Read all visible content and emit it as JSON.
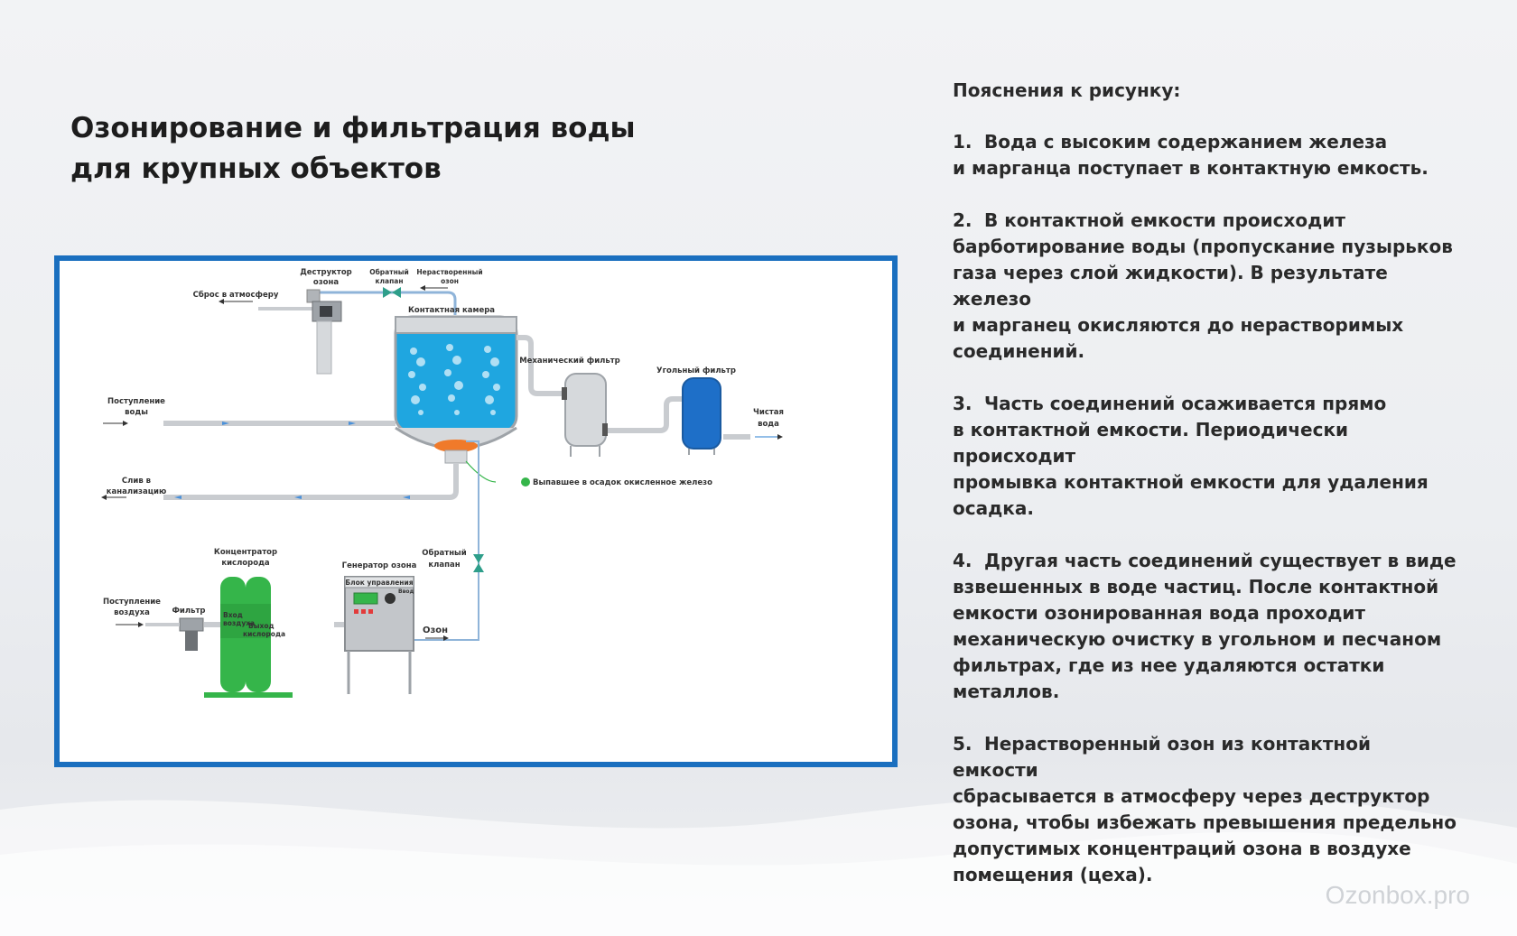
{
  "title": {
    "line1": "Озонирование и фильтрация воды",
    "line2": "для крупных объектов"
  },
  "diagram": {
    "labels": {
      "ozone_destructor_1": "Деструктор",
      "ozone_destructor_2": "озона",
      "check_valve_top_1": "Обратный",
      "check_valve_top_2": "клапан",
      "undissolved_ozone_1": "Нерастворенный",
      "undissolved_ozone_2": "озон",
      "vent_to_atmosphere": "Сброс в атмосферу",
      "contact_chamber": "Контактная камера",
      "mechanical_filter": "Механический фильтр",
      "carbon_filter": "Угольный фильтр",
      "water_inlet_1": "Поступление",
      "water_inlet_2": "воды",
      "clean_water_1": "Чистая",
      "clean_water_2": "вода",
      "drain_1": "Слив в",
      "drain_2": "канализацию",
      "sediment": "Выпавшее в осадок окисленное железо",
      "oxygen_concentrator_1": "Концентратор",
      "oxygen_concentrator_2": "кислорода",
      "ozone_generator": "Генератор озона",
      "check_valve_bottom_1": "Обратный",
      "check_valve_bottom_2": "клапан",
      "control_unit": "Блок управления",
      "power": "Ввод",
      "air_inlet_1": "Поступление",
      "air_inlet_2": "воздуха",
      "filter": "Фильтр",
      "air_input_1": "Вход",
      "air_input_2": "воздуха",
      "oxygen_output_1": "Выход",
      "oxygen_output_2": "кислорода",
      "ozone": "Озон"
    },
    "colors": {
      "frame": "#1a6fbf",
      "water": "#1fa6e0",
      "filter_blue": "#1e6fc8",
      "green": "#35b54a",
      "pipe": "#c9ccd0",
      "sediment": "#f07a2a",
      "ozone_line": "#8fb4d9"
    }
  },
  "notes": {
    "heading": "Пояснения к рисунку:",
    "items": [
      {
        "num": "1.",
        "text": "Вода с высоким содержанием железа\nи марганца поступает в контактную емкость."
      },
      {
        "num": "2.",
        "text": "В контактной емкости происходит\nбарботирование воды (пропускание пузырьков\nгаза через слой жидкости). В результате железо\nи марганец окисляются до нерастворимых\nсоединений."
      },
      {
        "num": "3.",
        "text": "Часть соединений осаживается прямо\nв контактной емкости. Периодически происходит\nпромывка контактной емкости для удаления\nосадка."
      },
      {
        "num": "4.",
        "text": "Другая часть соединений существует в виде\nвзвешенных в воде частиц. После контактной\nемкости озонированная вода проходит\nмеханическую очистку в угольном и песчаном\nфильтрах, где из нее удаляются остатки металлов."
      },
      {
        "num": "5.",
        "text": "Нерастворенный озон из контактной емкости\nсбрасывается в атмосферу через деструктор\nозона, чтобы избежать превышения предельно\nдопустимых концентраций озона в воздухе\nпомещения (цеха)."
      }
    ]
  },
  "watermark": "Ozonbox.pro"
}
